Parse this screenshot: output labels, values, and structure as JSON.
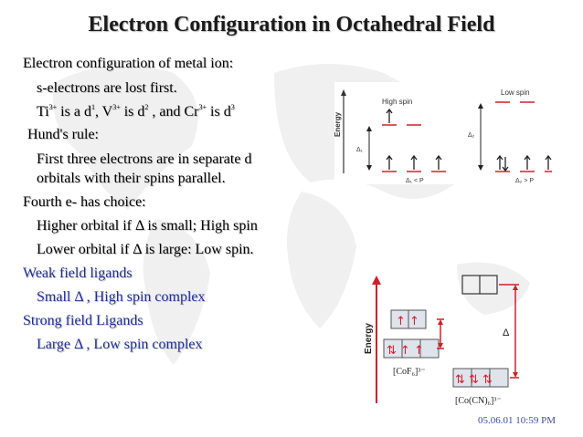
{
  "slide": {
    "title": "Electron Configuration in Octahedral Field",
    "timestamp": "05.06.01 10:59 PM"
  },
  "body": {
    "line1": "Electron configuration of metal ion:",
    "line2": "s-electrons are lost first.",
    "line3": {
      "t1": "Ti",
      "s1": "3+",
      "t2": " is a d",
      "s2": "1",
      "t3": ", V",
      "s3": "3+",
      "t4": " is d",
      "s4": "2",
      "t5": " , and Cr",
      "s5": "3+",
      "t6": " is d",
      "s6": "3"
    },
    "line4": "Hund's rule:",
    "line5": "First three electrons are in separate d",
    "line6": "orbitals with their spins parallel.",
    "line7": "Fourth e- has choice:",
    "line8": "Higher orbital if Δ is small; High spin",
    "line9": "Lower orbital if Δ is large: Low spin.",
    "line10": "Weak field ligands",
    "line11": "Small Δ , High spin complex",
    "line12": "Strong field Ligands",
    "line13": "Large Δ , Low spin complex"
  },
  "diagram_top": {
    "energy_label": "Energy",
    "high_spin_label": "High spin",
    "low_spin_label": "Low spin",
    "delta1_label": "Δ₁",
    "delta2_label": "Δ₂",
    "cond1": "Δ₁ < P",
    "cond2": "Δ₂ > P"
  },
  "diagram_bottom": {
    "energy_label": "Energy",
    "delta_label": "Δ",
    "complex1_label": "[CoF₆]³⁻",
    "complex2_label": "[Co(CN)₆]³⁻",
    "eg1_arrows": "↑ ↑",
    "t2g1_arrows": "⇅ ↑ ↑",
    "t2g2_arrows": "⇅ ⇅ ⇅"
  },
  "colors": {
    "title_text": "#1b1b1b",
    "blue_text": "#1f2f9e",
    "diagram_red": "#d21f2b",
    "diagram_gray": "#555555",
    "map_bg": "#f1f1f1"
  }
}
